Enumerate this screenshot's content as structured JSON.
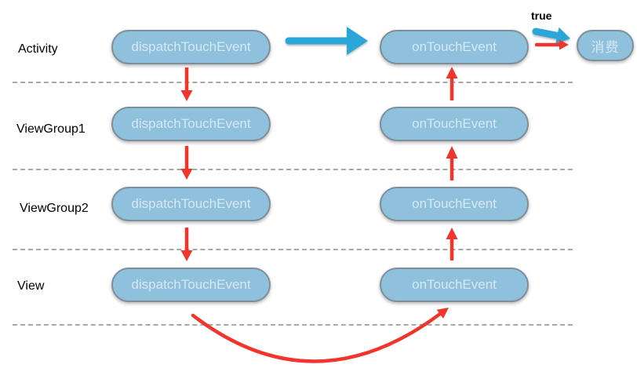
{
  "theme": {
    "background": "#ffffff",
    "pill_fill": "#8fc1dd",
    "pill_border": "#7f8f9b",
    "pill_text": "#d5e7f3",
    "label_text": "#000000",
    "arrow_red": "#f1352d",
    "arrow_blue": "#2ba6d9",
    "separator": "#a8a8a8"
  },
  "annotations": {
    "true_label": "true"
  },
  "rows": [
    {
      "label": "Activity",
      "dispatch": "dispatchTouchEvent",
      "ontouch": "onTouchEvent"
    },
    {
      "label": "ViewGroup1",
      "dispatch": "dispatchTouchEvent",
      "ontouch": "onTouchEvent"
    },
    {
      "label": "ViewGroup2",
      "dispatch": "dispatchTouchEvent",
      "ontouch": "onTouchEvent"
    },
    {
      "label": "View",
      "dispatch": "dispatchTouchEvent",
      "ontouch": "onTouchEvent"
    }
  ],
  "consume_pill": {
    "label": "消费"
  }
}
